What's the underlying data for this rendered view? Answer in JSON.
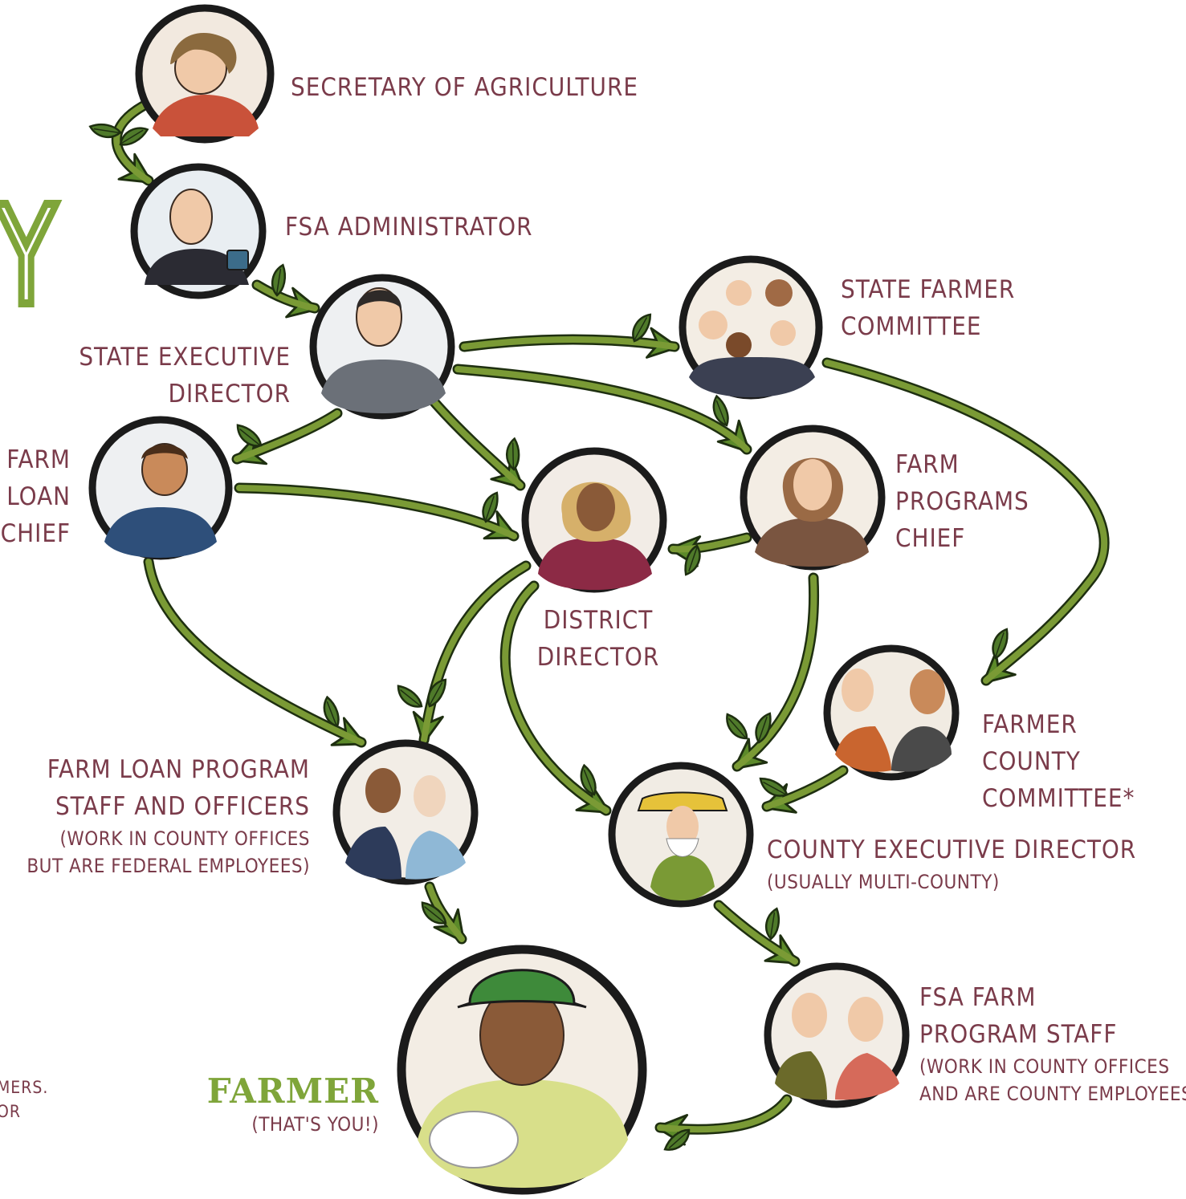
{
  "roles": {
    "secretary": {
      "lines": [
        "SECRETARY OF AGRICULTURE"
      ]
    },
    "fsa_admin": {
      "lines": [
        "FSA ADMINISTRATOR"
      ]
    },
    "state_exec": {
      "lines": [
        "STATE EXECUTIVE",
        "DIRECTOR"
      ]
    },
    "state_committee": {
      "lines": [
        "STATE FARMER",
        "COMMITTEE"
      ]
    },
    "farm_loan_chief": {
      "lines": [
        "FARM",
        "LOAN",
        "CHIEF"
      ]
    },
    "district_director": {
      "lines": [
        "DISTRICT",
        "DIRECTOR"
      ]
    },
    "farm_programs_chief": {
      "lines": [
        "FARM",
        "PROGRAMS",
        "CHIEF"
      ]
    },
    "county_committee": {
      "lines": [
        "FARMER",
        "COUNTY",
        "COMMITTEE*"
      ]
    },
    "loan_staff": {
      "lines": [
        "FARM LOAN PROGRAM",
        "STAFF AND OFFICERS"
      ],
      "note": [
        "(WORK IN COUNTY OFFICES",
        "BUT ARE FEDERAL EMPLOYEES)"
      ]
    },
    "county_exec": {
      "lines": [
        "COUNTY EXECUTIVE DIRECTOR"
      ],
      "note": [
        "(USUALLY MULTI-COUNTY)"
      ]
    },
    "program_staff": {
      "lines": [
        "FSA FARM",
        "PROGRAM STAFF"
      ],
      "note": [
        "(WORK IN COUNTY OFFICES",
        "AND ARE COUNTY EMPLOYEES)"
      ]
    },
    "farmer": {
      "title": "FARMER",
      "note": "(THAT'S YOU!)"
    }
  },
  "cut_off_text": {
    "title_fragment": "Y",
    "footnote_fragments": [
      "MERS.",
      "OR"
    ]
  },
  "colors": {
    "label": "#7a3b4a",
    "vine": "#6e8f2e",
    "leaf": "#4f7a2a",
    "farmer_title": "#7fa53a",
    "outline": "#1b1b1b"
  }
}
